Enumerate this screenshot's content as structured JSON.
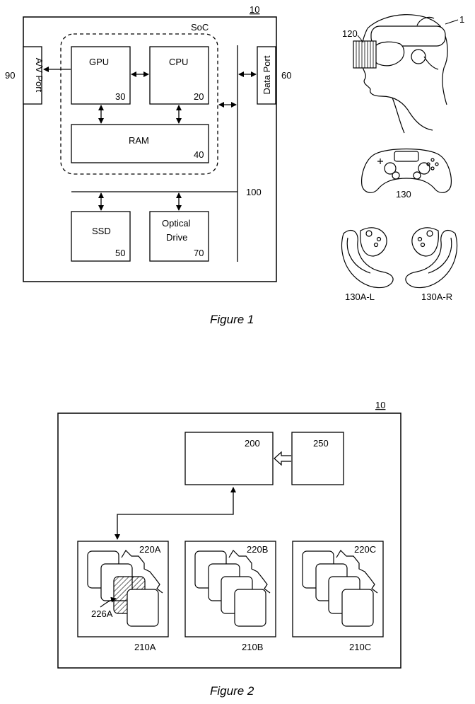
{
  "figure1": {
    "caption": "Figure 1",
    "system_ref": "10",
    "soc_label": "SoC",
    "gpu": {
      "label": "GPU",
      "ref": "30"
    },
    "cpu": {
      "label": "CPU",
      "ref": "20"
    },
    "ram": {
      "label": "RAM",
      "ref": "40"
    },
    "ssd": {
      "label": "SSD",
      "ref": "50"
    },
    "optical": {
      "label_line1": "Optical",
      "label_line2": "Drive",
      "ref": "70"
    },
    "av_port": {
      "label": "A/V Port",
      "ref": "90"
    },
    "data_port": {
      "label": "Data Port",
      "ref": "60"
    },
    "bus_ref": "100",
    "user_ref": "1",
    "hmd_ref": "120",
    "controller_ref": "130",
    "left_controller_ref": "130A-L",
    "right_controller_ref": "130A-R"
  },
  "figure2": {
    "caption": "Figure 2",
    "system_ref": "10",
    "box200_ref": "200",
    "box250_ref": "250",
    "group_a": {
      "ref": "210A",
      "stack_ref": "220A",
      "highlight_ref": "226A"
    },
    "group_b": {
      "ref": "210B",
      "stack_ref": "220B"
    },
    "group_c": {
      "ref": "210C",
      "stack_ref": "220C"
    }
  }
}
